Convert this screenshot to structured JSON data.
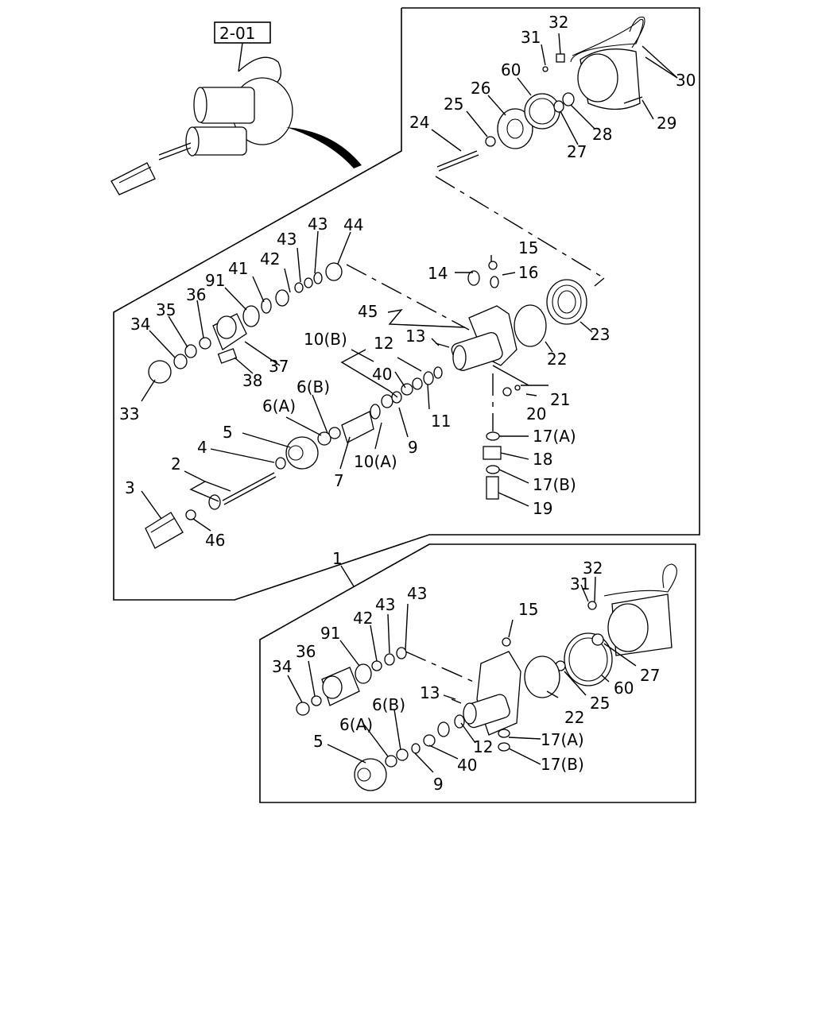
{
  "ref_box": "2-01",
  "labels": {
    "l1": "1",
    "l2": "2",
    "l3": "3",
    "l4": "4",
    "l5": "5",
    "l6a": "6(A)",
    "l6b": "6(B)",
    "l7": "7",
    "l9": "9",
    "l10a": "10(A)",
    "l10b": "10(B)",
    "l11": "11",
    "l12": "12",
    "l13": "13",
    "l14": "14",
    "l15": "15",
    "l16": "16",
    "l17a": "17(A)",
    "l17b": "17(B)",
    "l18": "18",
    "l19": "19",
    "l20": "20",
    "l21": "21",
    "l22": "22",
    "l23": "23",
    "l24": "24",
    "l25": "25",
    "l26": "26",
    "l27": "27",
    "l28": "28",
    "l29": "29",
    "l30": "30",
    "l31": "31",
    "l32": "32",
    "l33": "33",
    "l34": "34",
    "l35": "35",
    "l36": "36",
    "l37": "37",
    "l38": "38",
    "l40": "40",
    "l41": "41",
    "l42": "42",
    "l43": "43",
    "l44": "44",
    "l45": "45",
    "l46": "46",
    "l60": "60",
    "l91": "91",
    "b15": "15",
    "b31": "31",
    "b32": "32",
    "b43": "43",
    "b42": "42",
    "b91": "91",
    "b36": "36",
    "b34": "34",
    "b13": "13",
    "b6b": "6(B)",
    "b6a": "6(A)",
    "b5": "5",
    "b9": "9",
    "b40": "40",
    "b12": "12",
    "b17a": "17(A)",
    "b17b": "17(B)",
    "b22": "22",
    "b25": "25",
    "b60": "60",
    "b27": "27"
  }
}
